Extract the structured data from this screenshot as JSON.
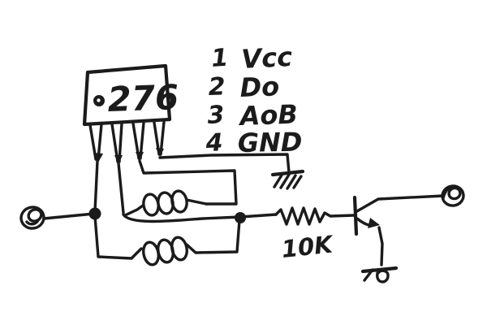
{
  "ic": {
    "label": "276"
  },
  "legend": {
    "rows": [
      {
        "num": "1",
        "name": "Vcc"
      },
      {
        "num": "2",
        "name": "Do"
      },
      {
        "num": "3",
        "name": "AoB"
      },
      {
        "num": "4",
        "name": "GND"
      }
    ]
  },
  "labels": {
    "resistor": "10K"
  },
  "colors": {
    "ink": "#1b1b1b",
    "paper": "#ffffff"
  }
}
